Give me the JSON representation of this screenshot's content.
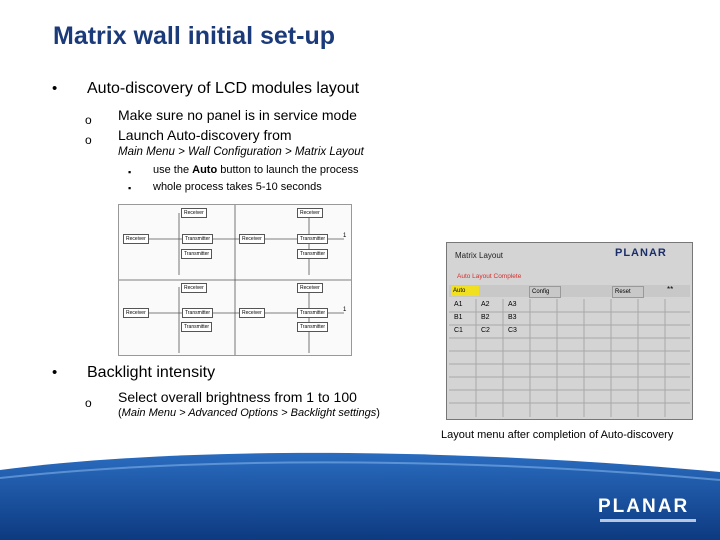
{
  "title": "Matrix wall initial set-up",
  "section1": {
    "heading": "Auto-discovery of LCD modules layout",
    "items": [
      "Make sure no panel is in service mode",
      "Launch Auto-discovery from"
    ],
    "path": "Main Menu > Wall Configuration > Matrix Layout",
    "subitems": {
      "auto_pre": "use the ",
      "auto_bold": "Auto",
      "auto_post": " button to launch the process",
      "second": "whole process takes 5-10 seconds"
    }
  },
  "section2": {
    "heading": "Backlight intensity",
    "item": "Select overall brightness from 1 to 100",
    "path_open": "(",
    "path": "Main Menu > Advanced Options > Backlight settings",
    "path_close": ")"
  },
  "diagram": {
    "labels": {
      "receiver": "Receiver",
      "transmitter": "Transmitter",
      "in": "1"
    }
  },
  "screen": {
    "title": "Matrix Layout",
    "brand": "PLANAR",
    "status": "Auto Layout Complete",
    "auto_btn": "Auto",
    "config_btn": "Config",
    "reset_btn": "Reset",
    "close_btn": "**",
    "grid": [
      [
        "A1",
        "A2",
        "A3"
      ],
      [
        "B1",
        "B2",
        "B3"
      ],
      [
        "C1",
        "C2",
        "C3"
      ]
    ],
    "status_color": "#d43030",
    "auto_color": "#f0e020"
  },
  "caption": "Layout menu after completion of Auto-discovery",
  "footer": {
    "brand": "PLANAR",
    "band_color": "#1a56a8"
  }
}
